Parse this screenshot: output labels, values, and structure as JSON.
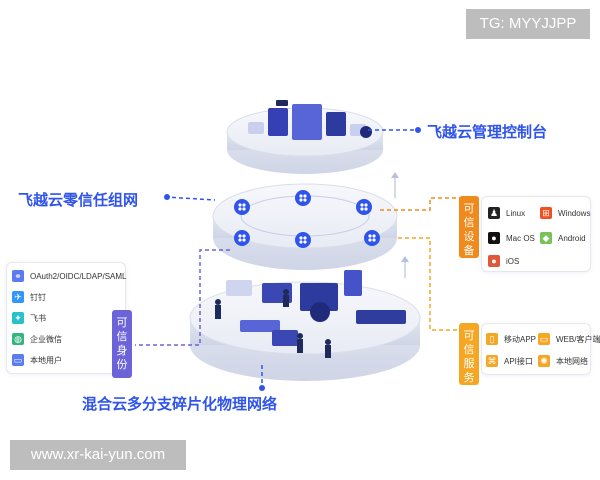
{
  "watermarks": {
    "top_right": "TG: MYYJJPP",
    "bottom_left": "www.xr-kai-yun.com"
  },
  "layers": {
    "console": "飞越云管理控制台",
    "zero_trust": "飞越云零信任组网",
    "physical": "混合云多分支碎片化物理网络"
  },
  "identity": {
    "tab": "可信身份",
    "items": [
      {
        "label": "OAuth2/OIDC/LDAP/SAML",
        "icon": "link-icon"
      },
      {
        "label": "钉钉",
        "icon": "dingtalk-icon"
      },
      {
        "label": "飞书",
        "icon": "feishu-icon"
      },
      {
        "label": "企业微信",
        "icon": "wecom-icon"
      },
      {
        "label": "本地用户",
        "icon": "local-user-icon"
      }
    ]
  },
  "devices": {
    "tab": "可信设备",
    "items": [
      {
        "label": "Linux",
        "icon": "linux-icon"
      },
      {
        "label": "Windows",
        "icon": "windows-icon"
      },
      {
        "label": "Mac OS",
        "icon": "apple-icon"
      },
      {
        "label": "Android",
        "icon": "android-icon"
      },
      {
        "label": "iOS",
        "icon": "ios-icon"
      }
    ]
  },
  "services": {
    "tab": "可信服务",
    "items": [
      {
        "label": "移动APP",
        "icon": "mobile-app-icon"
      },
      {
        "label": "WEB/客户端",
        "icon": "web-client-icon"
      },
      {
        "label": "API接口",
        "icon": "api-icon"
      },
      {
        "label": "本地网络",
        "icon": "local-network-icon"
      }
    ]
  },
  "colors": {
    "brand_blue": "#2f54eb",
    "device_orange": "#f08a1c",
    "service_orange": "#f5a623",
    "identity_purple": "#6c63d8",
    "platform_top": "#f1f3fa",
    "platform_side": "#dfe3ef"
  }
}
